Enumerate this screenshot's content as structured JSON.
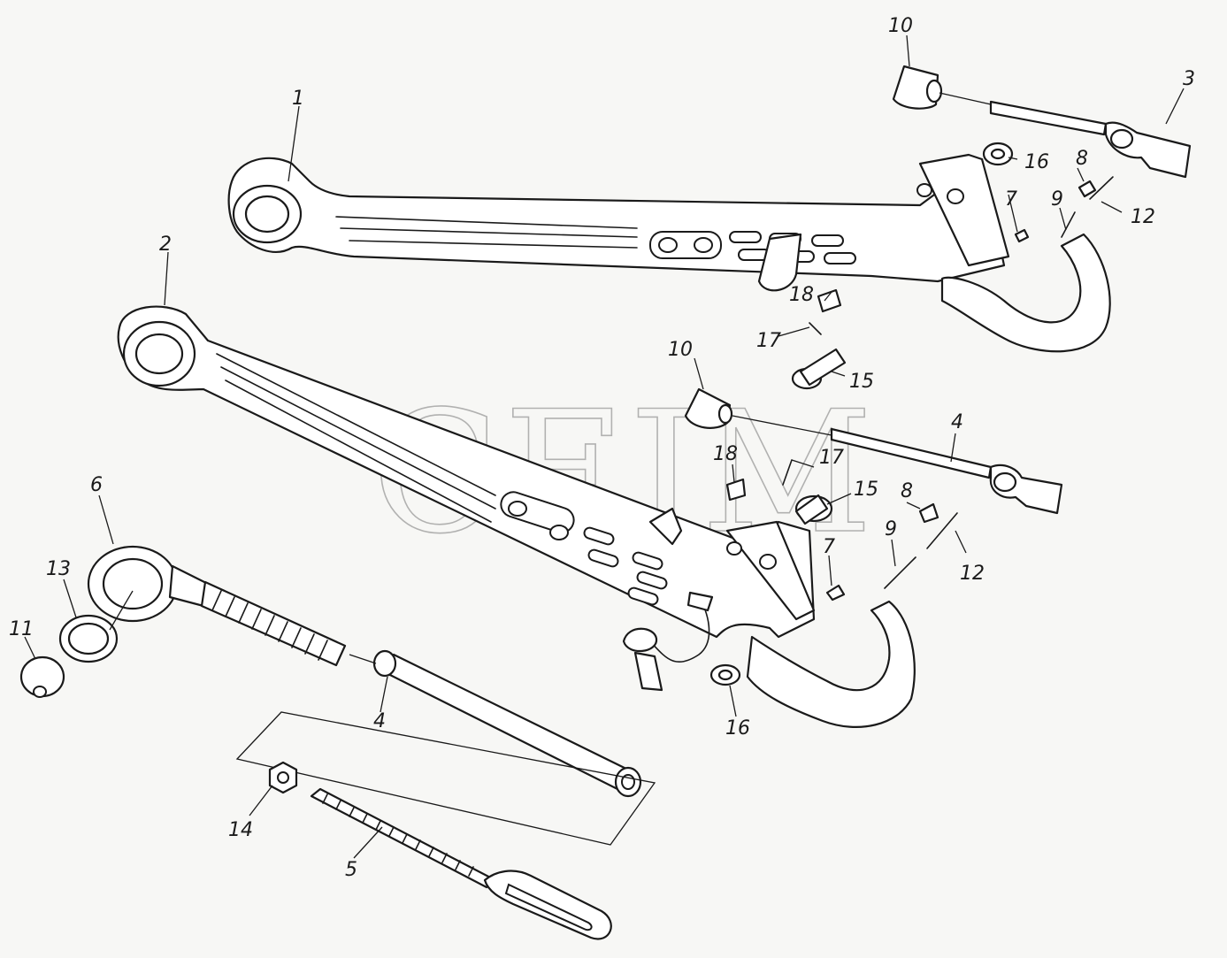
{
  "diagram": {
    "watermark": "CEJM",
    "callouts": {
      "c1": "1",
      "c2": "2",
      "c3": "3",
      "c4a": "4",
      "c4b": "4",
      "c5": "5",
      "c6": "6",
      "c7a": "7",
      "c7b": "7",
      "c8a": "8",
      "c8b": "8",
      "c9a": "9",
      "c9b": "9",
      "c10a": "10",
      "c10b": "10",
      "c11": "11",
      "c12a": "12",
      "c12b": "12",
      "c13": "13",
      "c14": "14",
      "c15a": "15",
      "c15b": "15",
      "c16a": "16",
      "c16b": "16",
      "c17a": "17",
      "c17b": "17",
      "c18a": "18",
      "c18b": "18"
    }
  }
}
